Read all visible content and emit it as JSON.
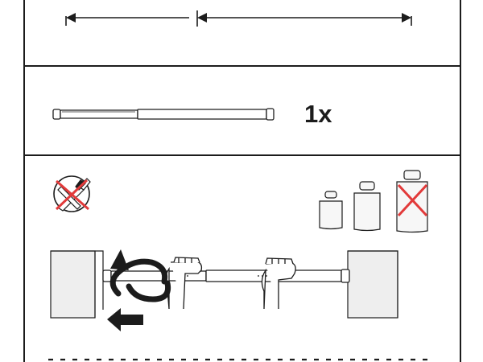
{
  "panels": [
    {
      "id": "measure",
      "content": "extension-length-arrows"
    },
    {
      "id": "parts",
      "quantity_label": "1x"
    },
    {
      "id": "install",
      "warnings": [
        "no-tools-icon",
        "weight-limit-exceeded-icon"
      ]
    }
  ],
  "colors": {
    "line": "#1c1c1c",
    "cross": "#e23a3a",
    "wall_fill": "#eeeeee",
    "weight_fill": "#f7f7f7"
  }
}
